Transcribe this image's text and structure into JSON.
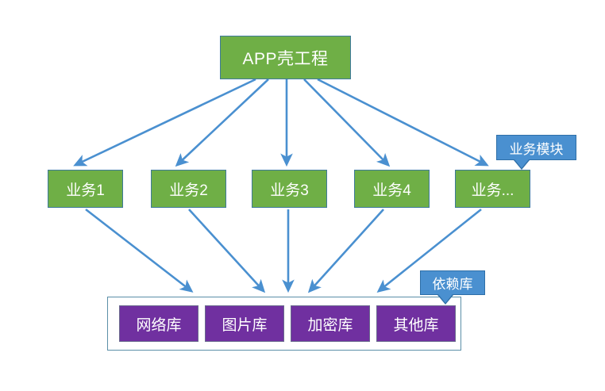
{
  "diagram": {
    "title": "APP shell architecture diagram",
    "colors": {
      "green_fill": "#6FAF46",
      "green_border": "#3E7A9B",
      "purple_fill": "#7030A0",
      "purple_border": "#6A6A8E",
      "callout_fill": "#4A90D0",
      "callout_border": "#2E6FA8",
      "arrow": "#4A90D0",
      "container_border": "#5B8FA8",
      "background": "#FFFFFF"
    },
    "root": {
      "label": "APP壳工程"
    },
    "business_modules": [
      {
        "label": "业务1"
      },
      {
        "label": "业务2"
      },
      {
        "label": "业务3"
      },
      {
        "label": "业务4"
      },
      {
        "label": "业务..."
      }
    ],
    "libraries": [
      {
        "label": "网络库"
      },
      {
        "label": "图片库"
      },
      {
        "label": "加密库"
      },
      {
        "label": "其他库"
      }
    ],
    "callouts": [
      {
        "label": "业务模块"
      },
      {
        "label": "依赖库"
      }
    ]
  }
}
